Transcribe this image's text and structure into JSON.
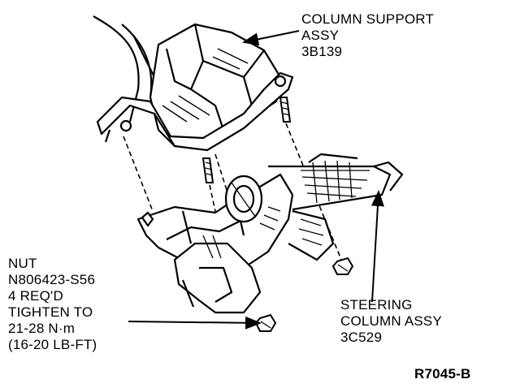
{
  "labels": {
    "column_support": [
      "COLUMN SUPPORT",
      "ASSY",
      "3B139"
    ],
    "nut": [
      "NUT",
      "N806423-S56",
      "4 REQ'D",
      "TIGHTEN TO",
      "21-28 N·m",
      "(16-20 LB-FT)"
    ],
    "steering_column": [
      "STEERING",
      "COLUMN ASSY",
      "3C529"
    ],
    "figure_code": "R7045-B"
  }
}
